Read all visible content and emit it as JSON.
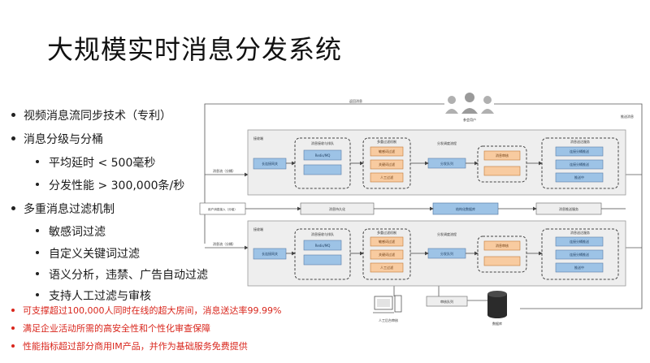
{
  "title": "大规模实时消息分发系统",
  "bullets": [
    {
      "text": "视频消息流同步技术（专利）",
      "level": 1
    },
    {
      "text": "消息分级与分桶",
      "level": 1
    },
    {
      "text": "平均延时 < 500毫秒",
      "level": 2
    },
    {
      "text": "分发性能 > 300,000条/秒",
      "level": 2
    },
    {
      "text": "多重消息过滤机制",
      "level": 1
    },
    {
      "text": "敏感词过滤",
      "level": 2
    },
    {
      "text": "自定义关键词过滤",
      "level": 2
    },
    {
      "text": "语义分析，违禁、广告自动过滤",
      "level": 2
    },
    {
      "text": "支持人工过滤与审核",
      "level": 2
    }
  ],
  "notes": [
    "可支撑超过100,000人同时在线的超大房间，消息送达率99.99%",
    "满足企业活动所需的高安全性和个性化审查保障",
    "性能指标超过部分商用IM产品，并作为基础服务免费提供"
  ],
  "diagram": {
    "users_label": "参会用户",
    "top_return_label": "返回消息",
    "right_feed_label": "推送消息",
    "lane_label": "接收端",
    "lane_side_label": "消息流（分桶）",
    "side_in_label": "用户消息接入（分组）",
    "group_receive": "消息接收与排队",
    "group_filter": "多重过滤机制",
    "group_dispatch": "分发调度流程",
    "group_deliver": "消息送达服务",
    "recv_box": "长连接网关",
    "queue_label": "Redis/MQ",
    "filter_items": [
      "敏感词过滤",
      "关键词过滤",
      "人工过滤"
    ],
    "dispatch_box": "分发队列",
    "mid_box": "消息审核",
    "deliver_items": [
      "连接分桶推送",
      "连接分桶推送",
      "推送中"
    ],
    "bus_left": "消息持久化",
    "bus_center": "结构化数据库",
    "bus_right": "消息推送服务",
    "bottom_pc": "人工后台审核",
    "bottom_queue": "审核队列",
    "bottom_db": "数据库",
    "colors": {
      "accent_blue": "#9dc3e6",
      "accent_orange": "#f8cba0",
      "lane_fill": "#eeeeee"
    }
  }
}
